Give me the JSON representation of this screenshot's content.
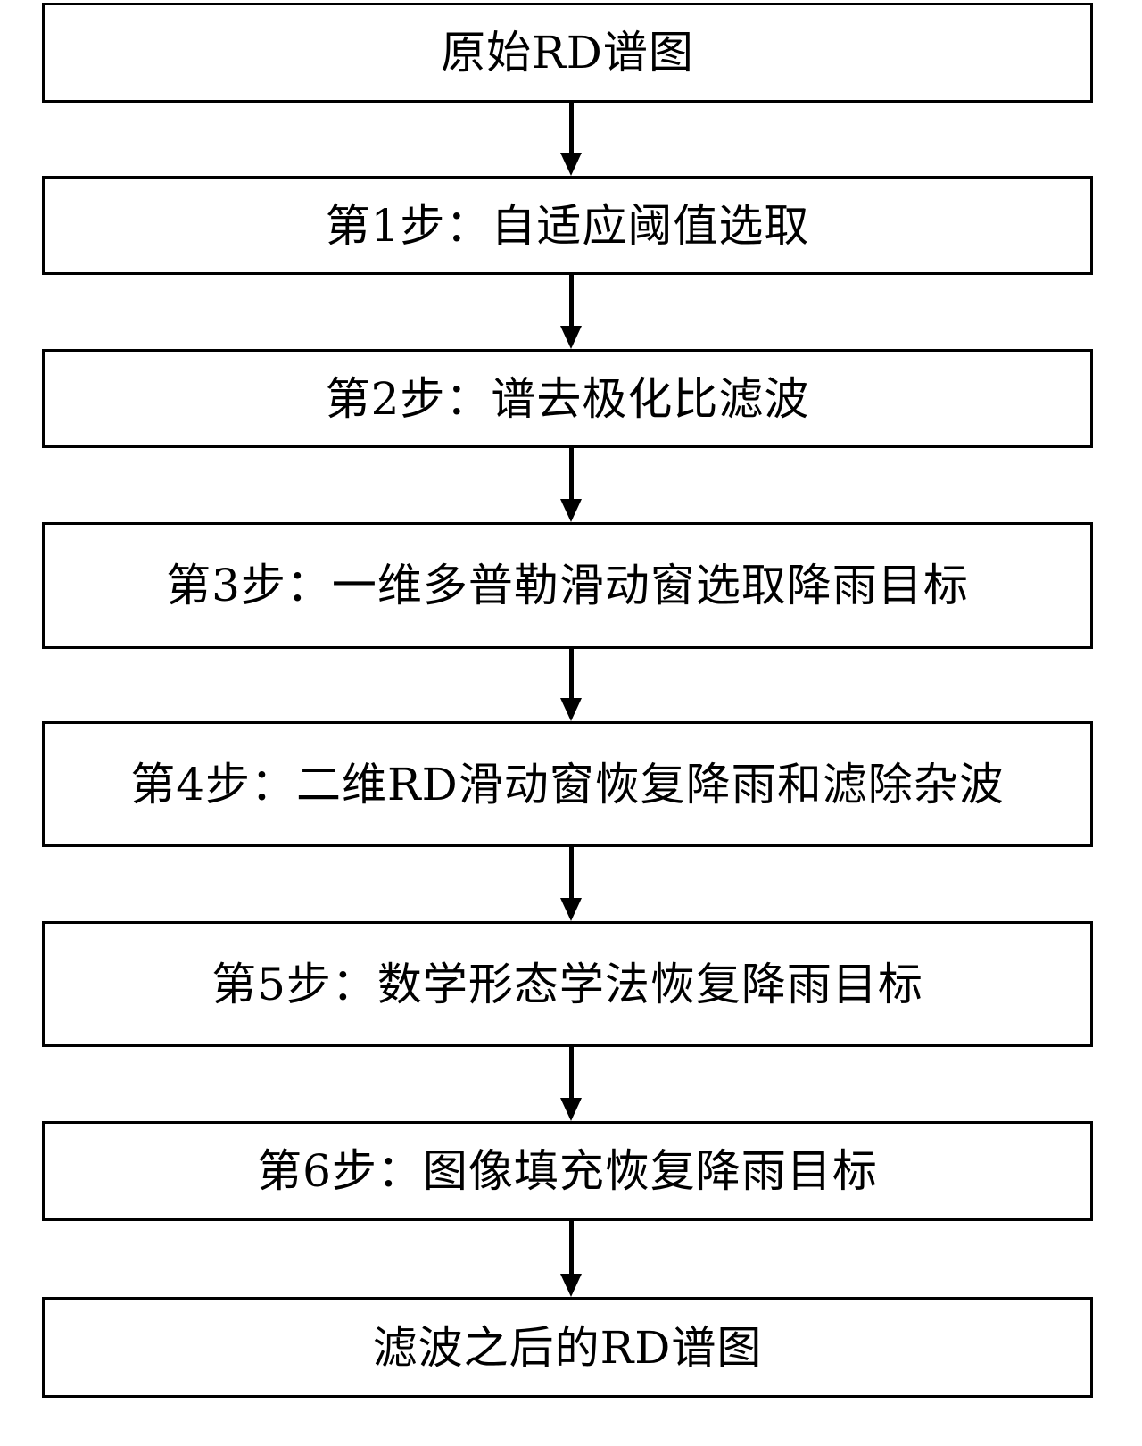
{
  "flowchart": {
    "nodes": [
      {
        "id": "start",
        "label": "原始RD谱图"
      },
      {
        "id": "step1",
        "label": "第1步：自适应阈值选取"
      },
      {
        "id": "step2",
        "label": "第2步：谱去极化比滤波"
      },
      {
        "id": "step3",
        "label": "第3步：一维多普勒滑动窗选取降雨目标"
      },
      {
        "id": "step4",
        "label": "第4步：二维RD滑动窗恢复降雨和滤除杂波"
      },
      {
        "id": "step5",
        "label": "第5步：数学形态学法恢复降雨目标"
      },
      {
        "id": "step6",
        "label": "第6步：图像填充恢复降雨目标"
      },
      {
        "id": "end",
        "label": "滤波之后的RD谱图"
      }
    ],
    "edges": [
      {
        "from": "start",
        "to": "step1"
      },
      {
        "from": "step1",
        "to": "step2"
      },
      {
        "from": "step2",
        "to": "step3"
      },
      {
        "from": "step3",
        "to": "step4"
      },
      {
        "from": "step4",
        "to": "step5"
      },
      {
        "from": "step5",
        "to": "step6"
      },
      {
        "from": "step6",
        "to": "end"
      }
    ],
    "colors": {
      "stroke": "#000000",
      "fill": "#ffffff",
      "text": "#000000"
    }
  }
}
